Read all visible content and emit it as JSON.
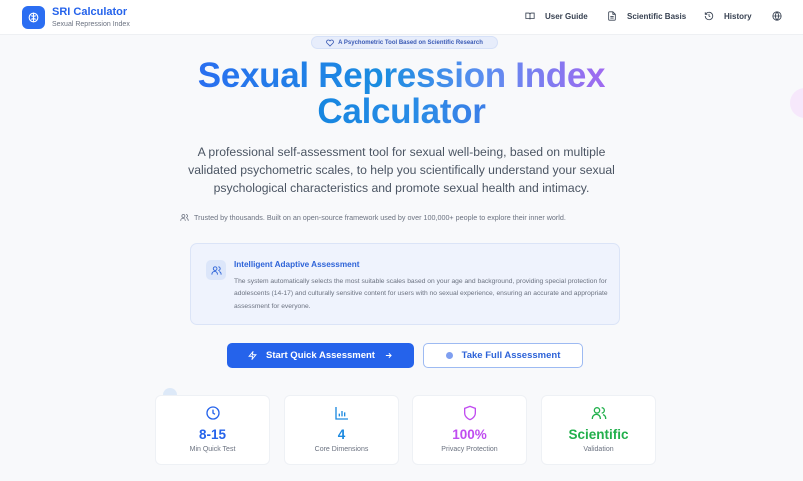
{
  "header": {
    "brand_title": "SRI Calculator",
    "brand_subtitle": "Sexual Repression Index",
    "nav": [
      {
        "label": "User Guide",
        "icon": "book-icon"
      },
      {
        "label": "Scientific Basis",
        "icon": "document-icon"
      },
      {
        "label": "History",
        "icon": "history-icon"
      }
    ],
    "language_icon": "globe-icon"
  },
  "hero": {
    "badge": "A Psychometric Tool Based on Scientific Research",
    "title_line1": "Sexual Repression Index",
    "title_line2": "Calculator",
    "description": "A professional self-assessment tool for sexual well-being, based on multiple validated psychometric scales, to help you scientifically understand your sexual psychological characteristics and promote sexual health and intimacy.",
    "trust_text": "Trusted by thousands. Built on an open-source framework used by over 100,000+ people to explore their inner world."
  },
  "info_card": {
    "title": "Intelligent Adaptive Assessment",
    "text": "The system automatically selects the most suitable scales based on your age and background, providing special protection for adolescents (14-17) and culturally sensitive content for users with no sexual experience, ensuring an accurate and appropriate assessment for everyone."
  },
  "actions": {
    "primary_label": "Start Quick Assessment",
    "secondary_label": "Take Full Assessment"
  },
  "stats": [
    {
      "value": "8-15",
      "label": "Min Quick Test",
      "icon": "clock-icon",
      "color": "#2563eb"
    },
    {
      "value": "4",
      "label": "Core Dimensions",
      "icon": "bar-chart-icon",
      "color": "#1d8ae0"
    },
    {
      "value": "100%",
      "label": "Privacy Protection",
      "icon": "shield-icon",
      "color": "#c04cf0"
    },
    {
      "value": "Scientific",
      "label": "Validation",
      "icon": "users-icon",
      "color": "#22b04c"
    }
  ],
  "colors": {
    "accent": "#2563eb",
    "purple": "#c04cf0",
    "green": "#22b04c"
  }
}
